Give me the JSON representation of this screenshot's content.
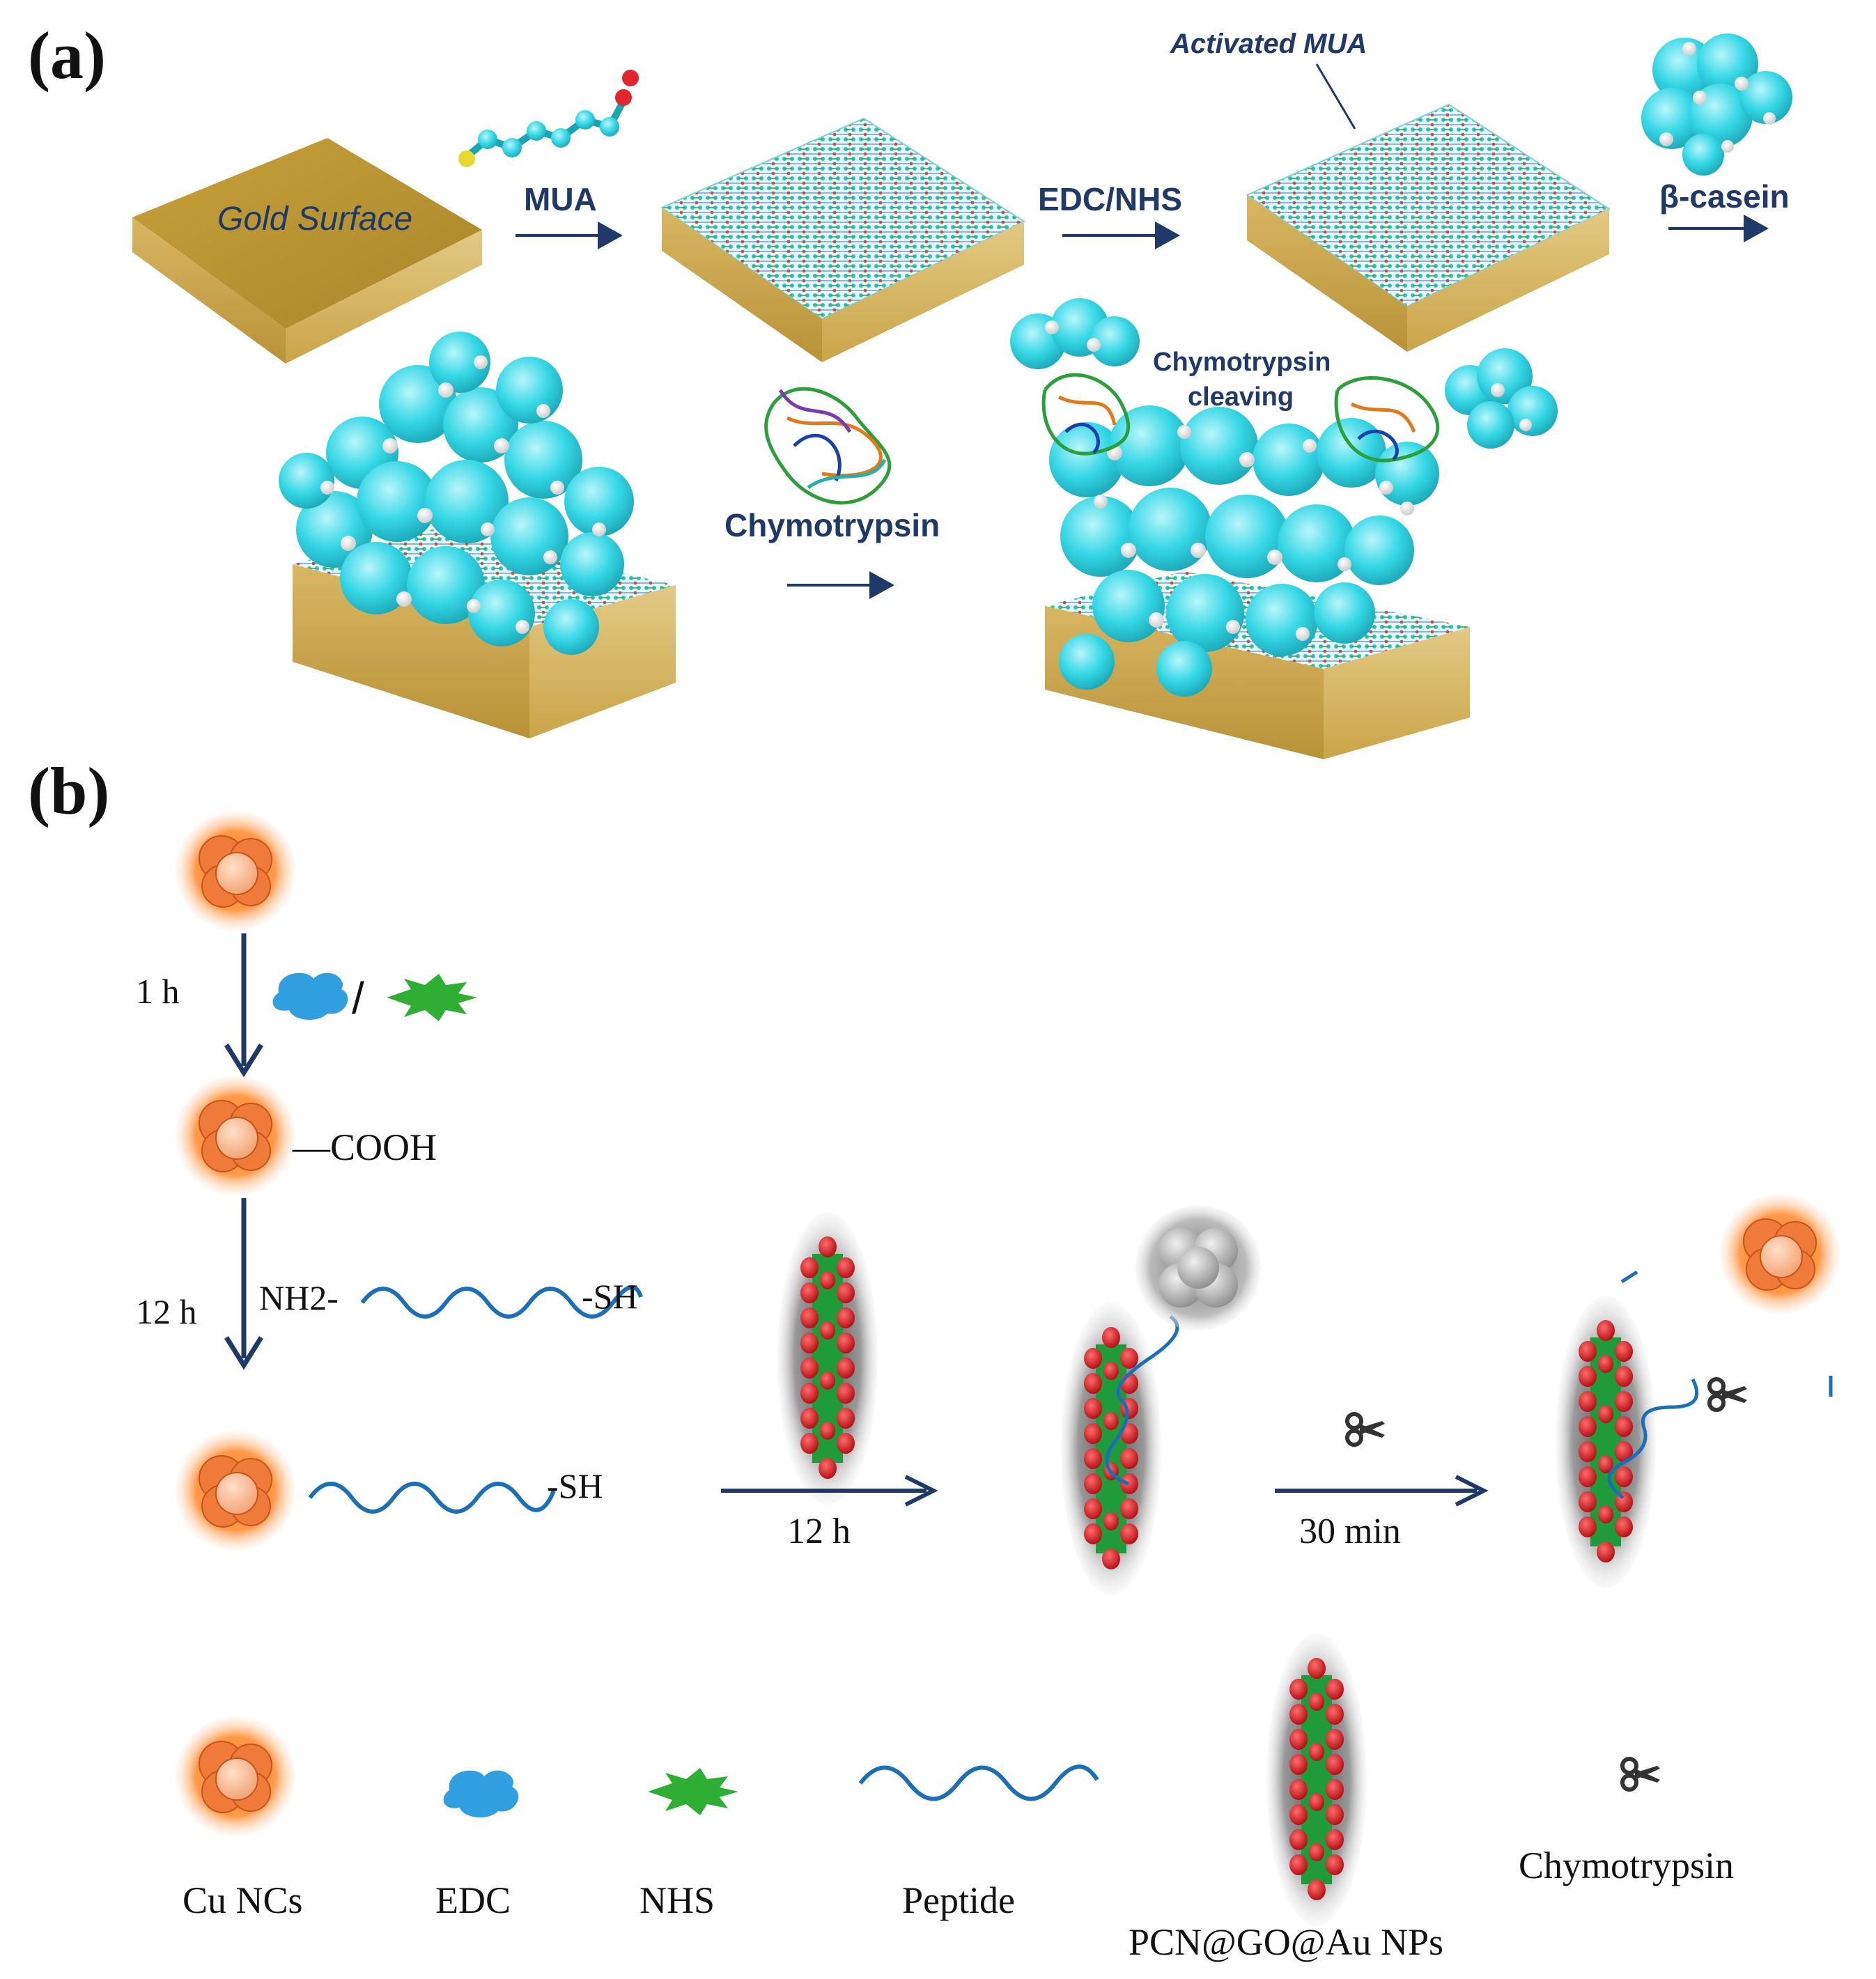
{
  "panel_a": {
    "label": "(a)",
    "gold_surface_text": "Gold Surface",
    "step_mua": "MUA",
    "step_edc_nhs": "EDC/NHS",
    "activated_mua": "Activated MUA",
    "beta_casein": "β-casein",
    "chymotrypsin": "Chymotrypsin",
    "cleaving_line1": "Chymotrypsin",
    "cleaving_line2": "cleaving"
  },
  "panel_b": {
    "label": "(b)",
    "time_1h": "1 h",
    "slash": "/",
    "cooh": "—COOH",
    "time_12h_left": "12 h",
    "nh2": "NH2-",
    "sh_top": "-SH",
    "sh_mid": "-SH",
    "time_12h_arrow": "12 h",
    "time_30min": "30 min",
    "legend": {
      "cu_ncs": "Cu NCs",
      "edc": "EDC",
      "nhs": "NHS",
      "peptide": "Peptide",
      "pcn": "PCN@GO@Au NPs",
      "chymotrypsin": "Chymotrypsin"
    }
  },
  "colors": {
    "gold": "#c9a23a",
    "gold_top": "#bf9a36",
    "navy_text": "#1f3a68",
    "cyan_atom": "#35d7e6",
    "orange_nc": "#ff8a2a",
    "peptide_blue": "#1a6fb8",
    "edc_blue": "#2f9fe0",
    "nhs_green": "#2fae34",
    "rod_red": "#d4141c",
    "rod_green": "#1f9b3a"
  },
  "icons": [
    "scissors-icon",
    "arrow-right-icon",
    "arrow-down-icon"
  ]
}
